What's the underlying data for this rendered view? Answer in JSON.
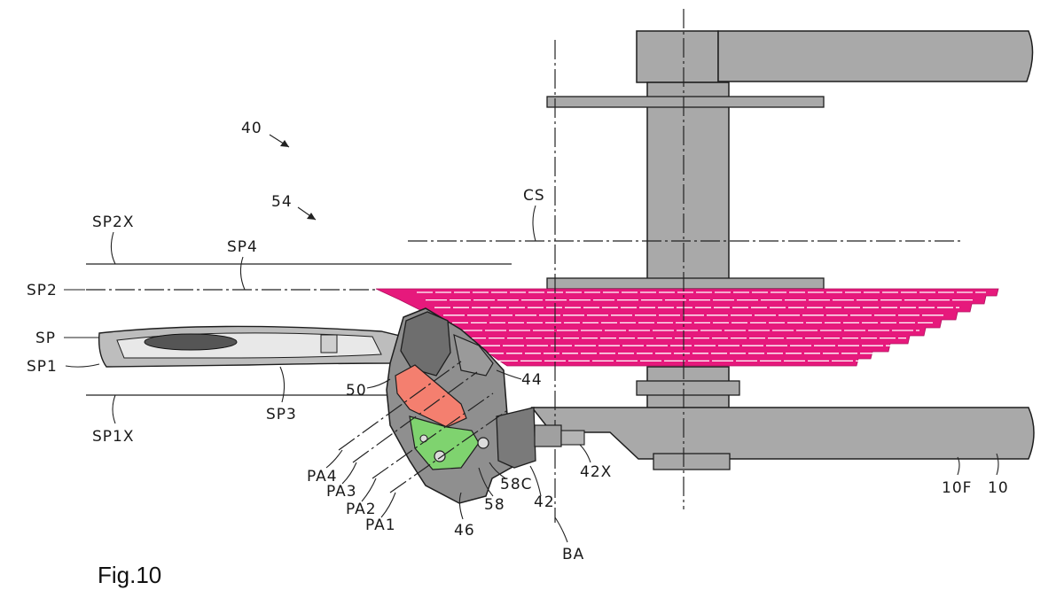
{
  "figure": {
    "caption": "Fig.10",
    "colors": {
      "frame": "#a9a9a9",
      "frame_outline": "#1e1e1e",
      "sprockets": "#e6197c",
      "sprocket_gaps": "#ffffff",
      "link_red": "#f47f6f",
      "link_green": "#7fd36f",
      "derailleur_dark": "#6e6e6e",
      "derailleur_mid": "#8f8f8f"
    },
    "labels": {
      "n40": "40",
      "n54": "54",
      "cs": "CS",
      "sp2x": "SP2X",
      "sp4": "SP4",
      "sp2": "SP2",
      "sp": "SP",
      "sp1": "SP1",
      "sp3": "SP3",
      "sp1x": "SP1X",
      "n50": "50",
      "n44": "44",
      "pa4": "PA4",
      "pa3": "PA3",
      "pa2": "PA2",
      "pa1": "PA1",
      "n46": "46",
      "n58": "58",
      "n58c": "58C",
      "n42": "42",
      "n42x": "42X",
      "ba": "BA",
      "n10f": "10F",
      "n10": "10"
    }
  }
}
